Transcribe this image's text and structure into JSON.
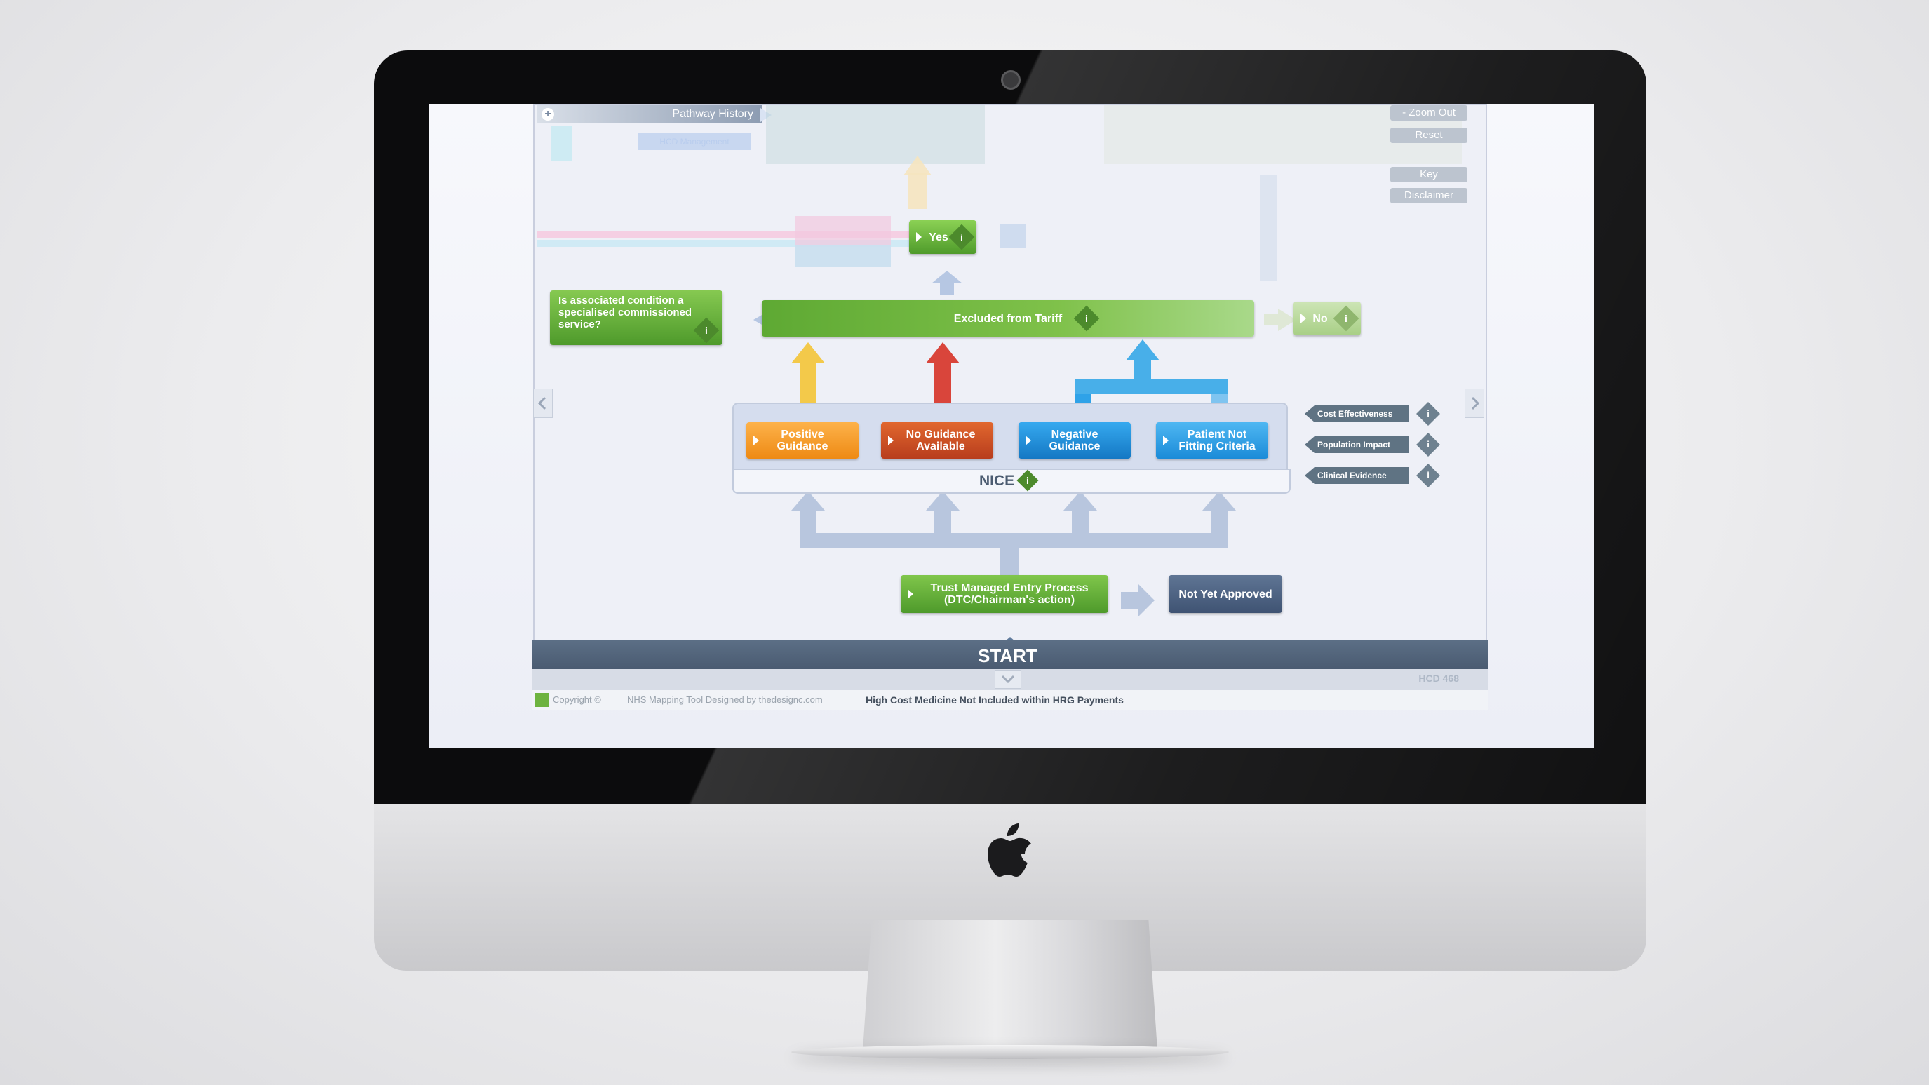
{
  "app": {
    "pathway_history": "Pathway History",
    "faded_label": "HCD Management",
    "zoom_out": "- Zoom Out",
    "reset": "Reset",
    "key": "Key",
    "disclaimer": "Disclaimer"
  },
  "flow": {
    "yes": "Yes",
    "no": "No",
    "question": "Is associated condition a specialised commissioned service?",
    "excluded": "Excluded from Tariff",
    "positive": "Positive Guidance",
    "no_guidance": "No Guidance Available",
    "negative": "Negative Guidance",
    "patient_not": "Patient Not Fitting Criteria",
    "nice": "NICE",
    "trust": "Trust Managed Entry Process (DTC/Chairman's action)",
    "not_yet": "Not Yet Approved",
    "start": "START",
    "info_glyph": "i"
  },
  "side_buttons": [
    {
      "label": "Cost Effectiveness"
    },
    {
      "label": "Population Impact"
    },
    {
      "label": "Clinical Evidence"
    }
  ],
  "footer": {
    "copyright": "Copyright ©",
    "designer": "NHS Mapping Tool Designed by thedesignc.com",
    "title": "High Cost Medicine Not Included within HRG Payments",
    "code": "HCD 468"
  },
  "colors": {
    "green": "#6db33f",
    "orange": "#f0961e",
    "red": "#d4502a",
    "blue": "#1f8fd6",
    "navy": "#4c5f7a",
    "bar": "#55677c"
  },
  "icons": [
    "plus-icon",
    "apple-logo-icon",
    "chevron-down-icon",
    "chevron-left-icon",
    "chevron-right-icon",
    "info-icon"
  ]
}
